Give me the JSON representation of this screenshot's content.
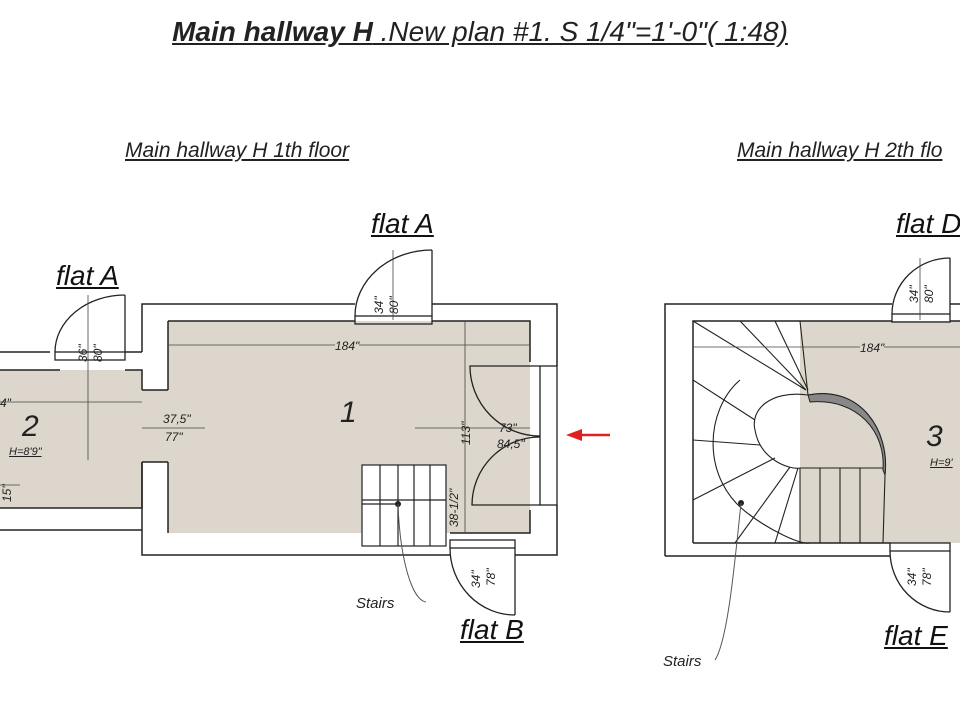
{
  "title": {
    "bold": "Main hallway H",
    "rest": " .New plan #1. S 1/4\"=1'-0\"( 1:48)"
  },
  "floor1_label": "Main hallway H 1th floor",
  "floor2_label": "Main hallway H 2th flo",
  "flats": {
    "a_top": "flat A",
    "a_left": "flat A",
    "b": "flat B",
    "d": "flat D",
    "e": "flat E"
  },
  "rooms": {
    "r1": "1",
    "r2": "2",
    "r3": "3"
  },
  "heights": {
    "r2": "H=8'9\"",
    "r3": "H=9'"
  },
  "dims": {
    "d184_left": "184\"",
    "d184_right": "184\"",
    "d37": "37,5\"",
    "d77": "77\"",
    "d73": "73\"",
    "d845": "84,5\"",
    "d113": "113\"",
    "d3812": "38-1/2\"",
    "d4": "4\"",
    "d15": "15\"",
    "door1_w": "34\"",
    "door1_h": "80\"",
    "door2_w": "36\"",
    "door2_h": "80\"",
    "door3_w": "34\"",
    "door3_h": "78\"",
    "door4_w": "34\"",
    "door4_h": "80\"",
    "door5_w": "34\"",
    "door5_h": "78\""
  },
  "stairs_labels": {
    "left": "Stairs",
    "right": "Stairs"
  },
  "colors": {
    "floor": "#dcd6cc",
    "wall": "#222222",
    "arrow": "#e02020"
  }
}
